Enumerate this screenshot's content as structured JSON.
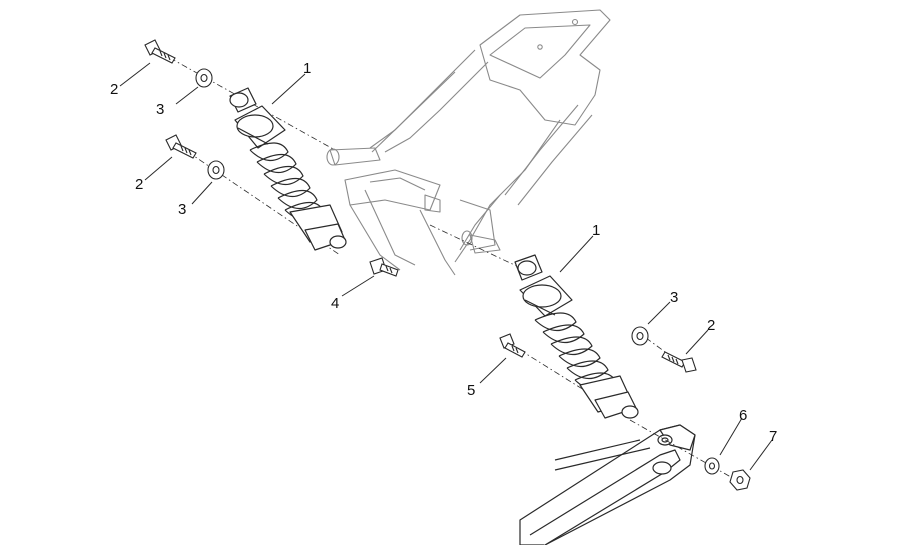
{
  "diagram": {
    "callouts": [
      {
        "id": "c1a",
        "label": "1",
        "part": "shock-absorber-left"
      },
      {
        "id": "c2a",
        "label": "2",
        "part": "bolt-upper-left"
      },
      {
        "id": "c3a",
        "label": "3",
        "part": "washer-upper-left"
      },
      {
        "id": "c2b",
        "label": "2",
        "part": "bolt-lower-left"
      },
      {
        "id": "c3b",
        "label": "3",
        "part": "washer-lower-left"
      },
      {
        "id": "c4",
        "label": "4",
        "part": "stud-bolt"
      },
      {
        "id": "c1b",
        "label": "1",
        "part": "shock-absorber-right"
      },
      {
        "id": "c3c",
        "label": "3",
        "part": "washer-right"
      },
      {
        "id": "c2c",
        "label": "2",
        "part": "bolt-right"
      },
      {
        "id": "c5",
        "label": "5",
        "part": "bolt-lower-right"
      },
      {
        "id": "c6",
        "label": "6",
        "part": "washer-swingarm"
      },
      {
        "id": "c7",
        "label": "7",
        "part": "nut-swingarm"
      }
    ],
    "line_color": "#2a2a2a",
    "frame_color": "#8a8a8a"
  }
}
